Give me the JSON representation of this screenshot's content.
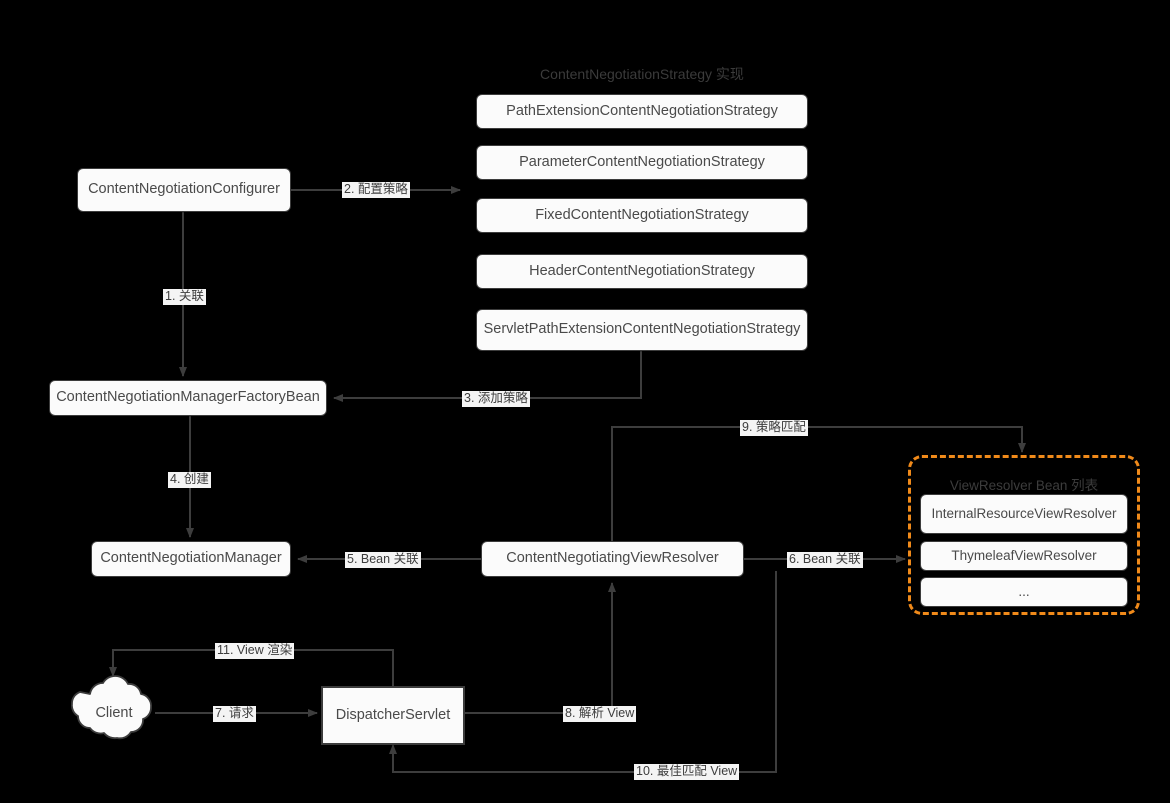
{
  "diagram": {
    "title_strategy_group": "ContentNegotiationStrategy 实现",
    "strategies": [
      {
        "label": "PathExtensionContentNegotiationStrategy"
      },
      {
        "label": "ParameterContentNegotiationStrategy"
      },
      {
        "label": "FixedContentNegotiationStrategy"
      },
      {
        "label": "HeaderContentNegotiationStrategy"
      },
      {
        "label": "ServletPathExtensionContentNegotiationStrategy"
      }
    ],
    "nodes": {
      "configurer": "ContentNegotiationConfigurer",
      "factory_bean": "ContentNegotiationManagerFactoryBean",
      "manager": "ContentNegotiationManager",
      "negotiating_view_resolver": "ContentNegotiatingViewResolver",
      "dispatcher_servlet": "DispatcherServlet",
      "client": "Client"
    },
    "view_resolver_group": {
      "title": "ViewResolver Bean 列表",
      "items": [
        {
          "label": "InternalResourceViewResolver"
        },
        {
          "label": "ThymeleafViewResolver"
        },
        {
          "label": "..."
        }
      ],
      "border_color": "#f08a1a"
    },
    "edges": [
      {
        "id": "e1",
        "label": "1. 关联"
      },
      {
        "id": "e2",
        "label": "2. 配置策略"
      },
      {
        "id": "e3",
        "label": "3. 添加策略"
      },
      {
        "id": "e4",
        "label": "4. 创建"
      },
      {
        "id": "e5",
        "label": "5. Bean 关联"
      },
      {
        "id": "e6",
        "label": "6. Bean 关联"
      },
      {
        "id": "e7",
        "label": "7. 请求"
      },
      {
        "id": "e8",
        "label": "8. 解析 View"
      },
      {
        "id": "e9",
        "label": "9. 策略匹配"
      },
      {
        "id": "e10",
        "label": "10. 最佳匹配 View"
      },
      {
        "id": "e11",
        "label": "11. View 渲染"
      }
    ],
    "colors": {
      "background": "#000000",
      "node_fill": "#fbfbfb",
      "node_border": "#3c3c3c",
      "line": "#3d3d3d",
      "accent": "#f08a1a"
    }
  }
}
